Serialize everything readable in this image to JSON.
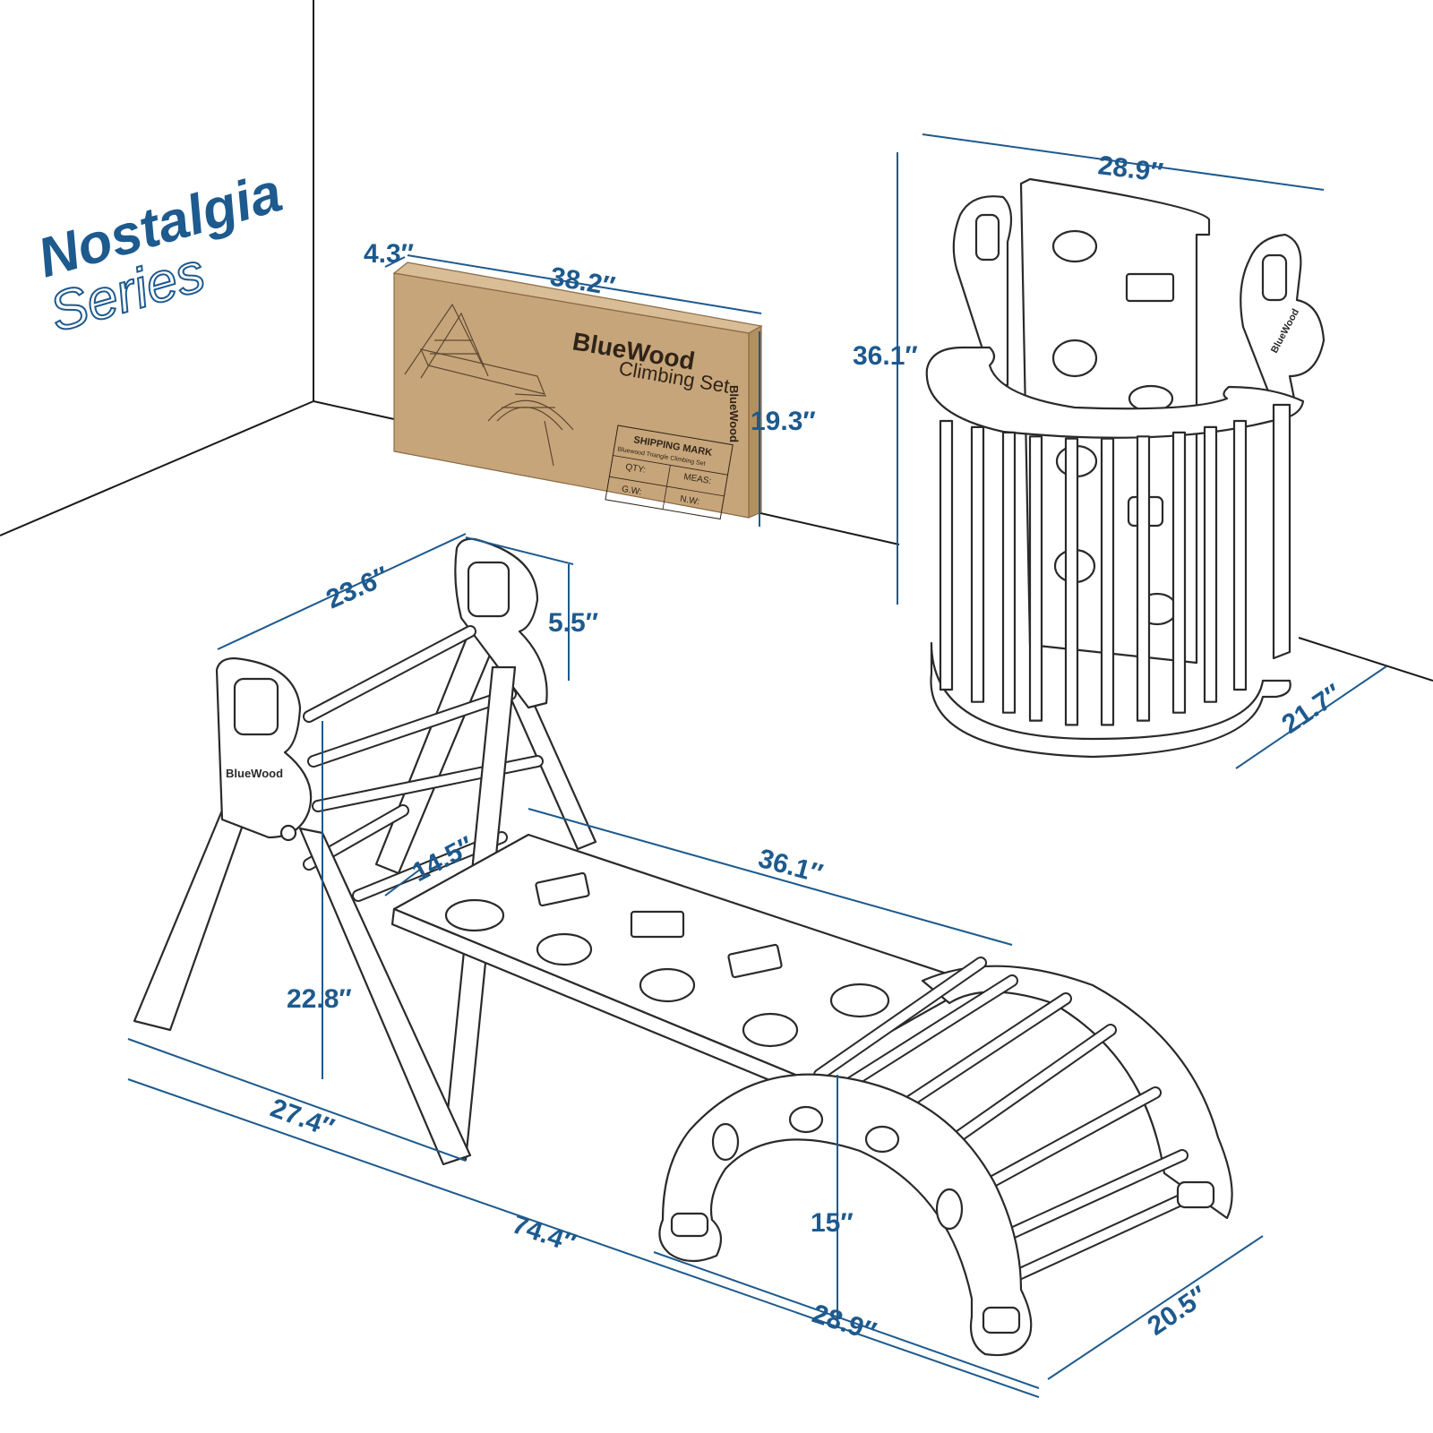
{
  "series": {
    "title": "Nostalgia",
    "subtitle": "Series"
  },
  "box": {
    "brand": "BlueWood",
    "product": "Climbing Set",
    "label_heading": "SHIPPING MARK",
    "label_sub": "Bluewood Triangle Climbing Set",
    "label_fields": [
      "QTY:",
      "MEAS:",
      "G.W:",
      "N.W:"
    ],
    "side_brand": "BlueWood",
    "colors": {
      "cardboard": "#c7a57a",
      "cardboard_dark": "#b3905f",
      "cardboard_top": "#d8bd96",
      "ink": "#2f2418"
    }
  },
  "triangle_brand": "BlueWood",
  "stacked_brand": "BlueWood",
  "dimensions": {
    "box_depth": "4.3″",
    "box_length": "38.2″",
    "box_height": "19.3″",
    "stacked_width": "28.9″",
    "stacked_height": "36.1″",
    "stacked_depth": "21.7″",
    "triangle_top_width": "23.6″",
    "handle_height": "5.5″",
    "ramp_width": "14.5″",
    "ramp_length": "36.1″",
    "triangle_height": "22.8″",
    "triangle_base": "27.4″",
    "total_length": "74.4″",
    "arch_height": "15″",
    "arch_length": "28.9″",
    "arch_width": "20.5″"
  },
  "colors": {
    "accent": "#1d5a8e",
    "line": "#2a2a2a",
    "background": "#ffffff"
  }
}
